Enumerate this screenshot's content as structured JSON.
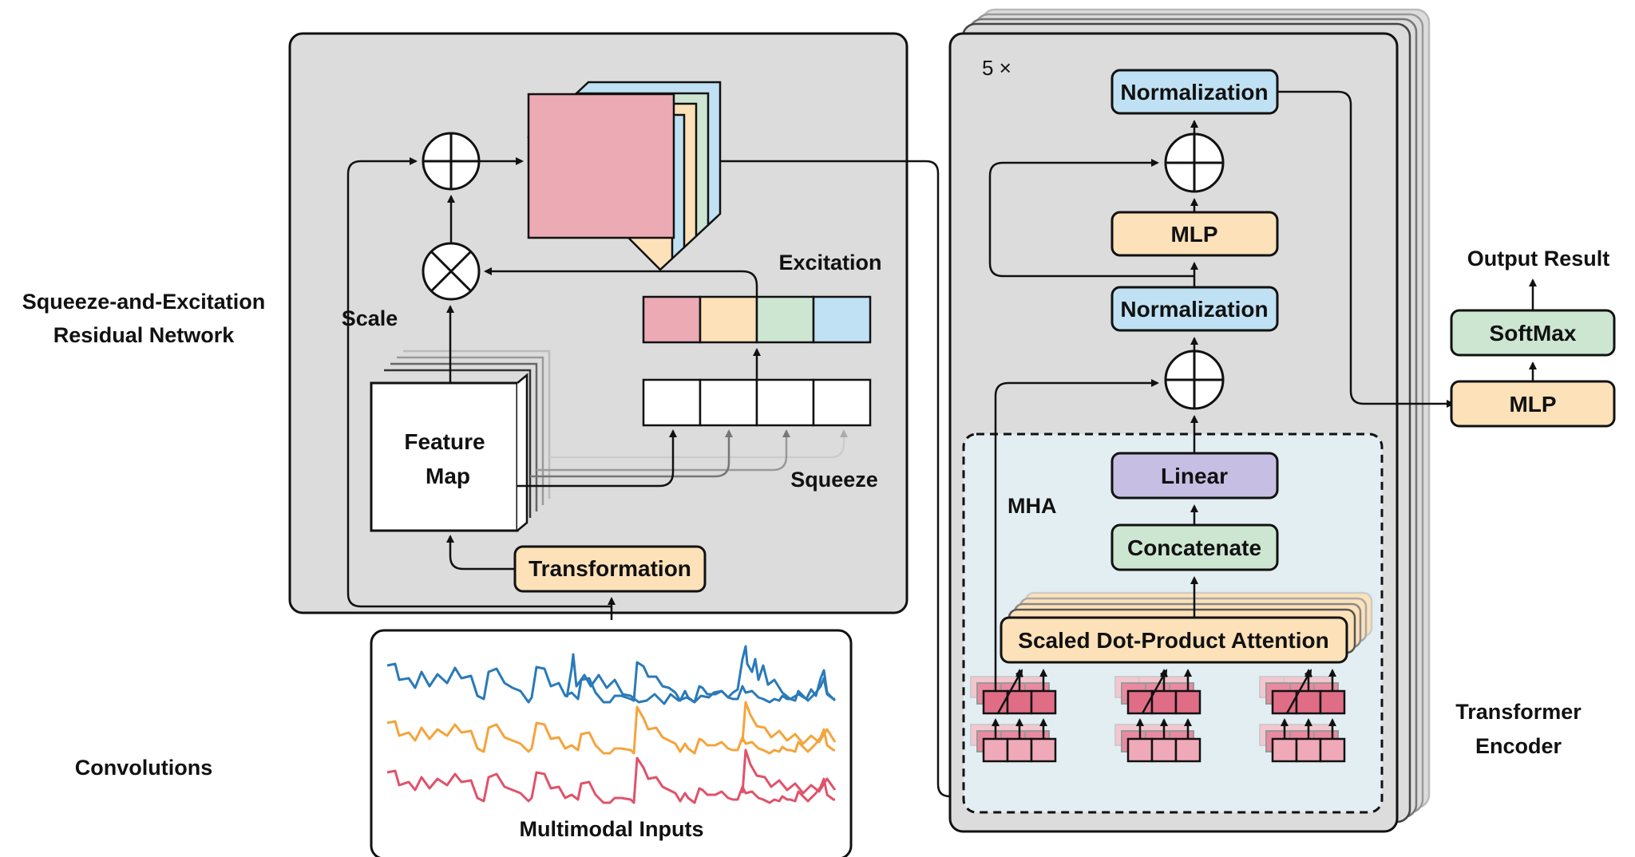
{
  "labels": {
    "se_resnet_line1": "Squeeze-and-Excitation",
    "se_resnet_line2": "Residual Network",
    "convolutions": "Convolutions",
    "transformer_line1": "Transformer",
    "transformer_line2": "Encoder",
    "output_result": "Output Result"
  },
  "se_block": {
    "scale": "Scale",
    "excitation": "Excitation",
    "squeeze": "Squeeze",
    "feature_map_line1": "Feature",
    "feature_map_line2": "Map",
    "transformation": "Transformation"
  },
  "inputs": {
    "label": "Multimodal Inputs"
  },
  "encoder": {
    "repeat": "5 ×",
    "norm_top": "Normalization",
    "mlp": "MLP",
    "norm_bottom": "Normalization",
    "mha": "MHA",
    "linear": "Linear",
    "concatenate": "Concatenate",
    "attention": "Scaled Dot-Product Attention"
  },
  "output": {
    "mlp": "MLP",
    "softmax": "SoftMax"
  },
  "colors": {
    "pink": "#ecaab4",
    "orange": "#fde1b8",
    "green": "#cce6d2",
    "blue": "#bfe1f3",
    "purple": "#c6bfe3",
    "panel": "#dcdcdc",
    "mha_bg": "#e3eef3",
    "token_pink": "#e06d86",
    "series_blue": "#2a7ab8",
    "series_orange": "#f4a43b",
    "series_red": "#e0526a"
  }
}
